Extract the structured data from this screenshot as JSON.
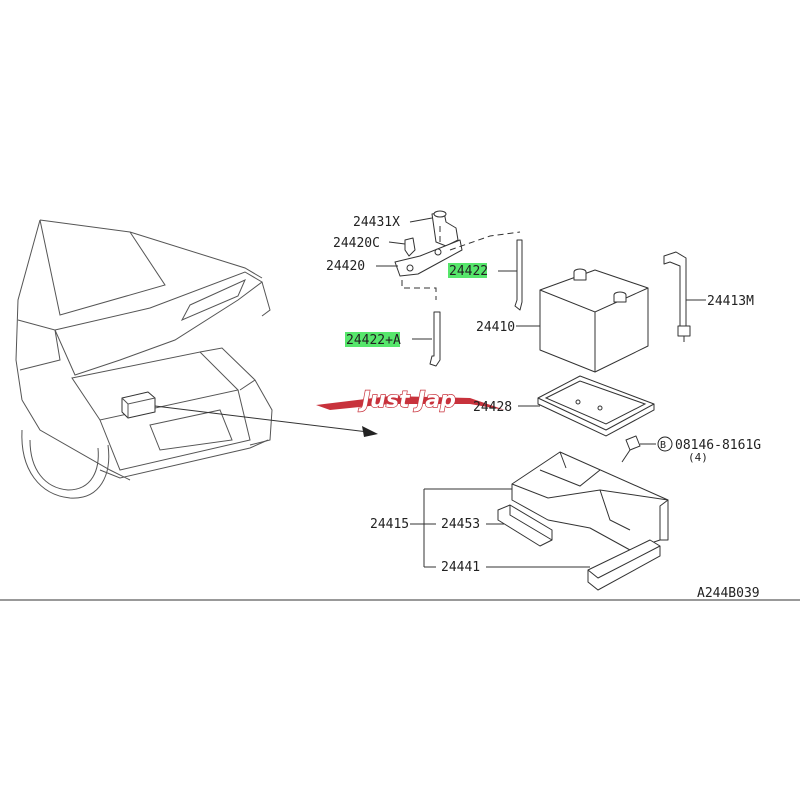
{
  "parts": {
    "p24431x": "24431X",
    "p24420c": "24420C",
    "p24420": "24420",
    "p24422": "24422",
    "p24422a": "24422+A",
    "p24410": "24410",
    "p24413m": "24413M",
    "p24428": "24428",
    "p08146": "08146-8161G",
    "p08146_qty": "(4)",
    "p08146_prefix": "B",
    "p24415": "24415",
    "p24453": "24453",
    "p24441": "24441"
  },
  "figure_code": "A244B039",
  "watermark": "Just Jap",
  "colors": {
    "highlight": "#56e66b",
    "logo_red": "#c8323c"
  }
}
